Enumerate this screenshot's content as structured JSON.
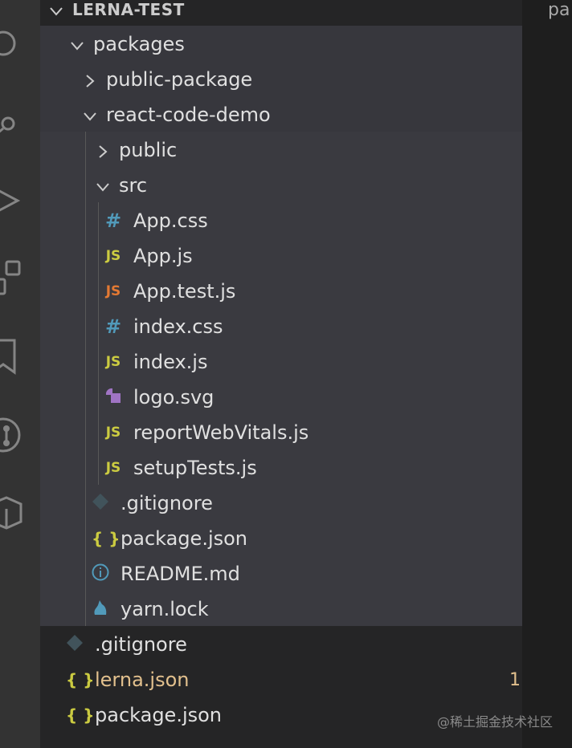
{
  "editor": {
    "tab_label": "pa"
  },
  "explorer": {
    "root_label": "LERNA-TEST",
    "rows": {
      "packages": "packages",
      "public_package": "public-package",
      "react_code_demo": "react-code-demo",
      "public": "public",
      "src": "src",
      "app_css": "App.css",
      "app_js": "App.js",
      "app_test_js": "App.test.js",
      "index_css": "index.css",
      "index_js": "index.js",
      "logo_svg": "logo.svg",
      "report_web_vitals": "reportWebVitals.js",
      "setup_tests": "setupTests.js",
      "gitignore_inner": ".gitignore",
      "package_json_inner": "package.json",
      "readme": "README.md",
      "yarn_lock": "yarn.lock",
      "gitignore_root": ".gitignore",
      "lerna_json": "lerna.json",
      "lerna_json_badge": "1",
      "package_json_root": "package.json"
    },
    "icons": {
      "css": "#",
      "js": "JS",
      "json": "{ }"
    }
  },
  "watermark": "@稀土掘金技术社区",
  "colors": {
    "sidebar_bg": "#252526",
    "selected_folder_bg": "#37373d",
    "activity_bar": "#333333",
    "modified_text": "#e2c08d",
    "css_icon": "#519aba",
    "js_icon": "#cbcb41",
    "test_js_icon": "#e37933",
    "svg_icon": "#a074c4"
  }
}
